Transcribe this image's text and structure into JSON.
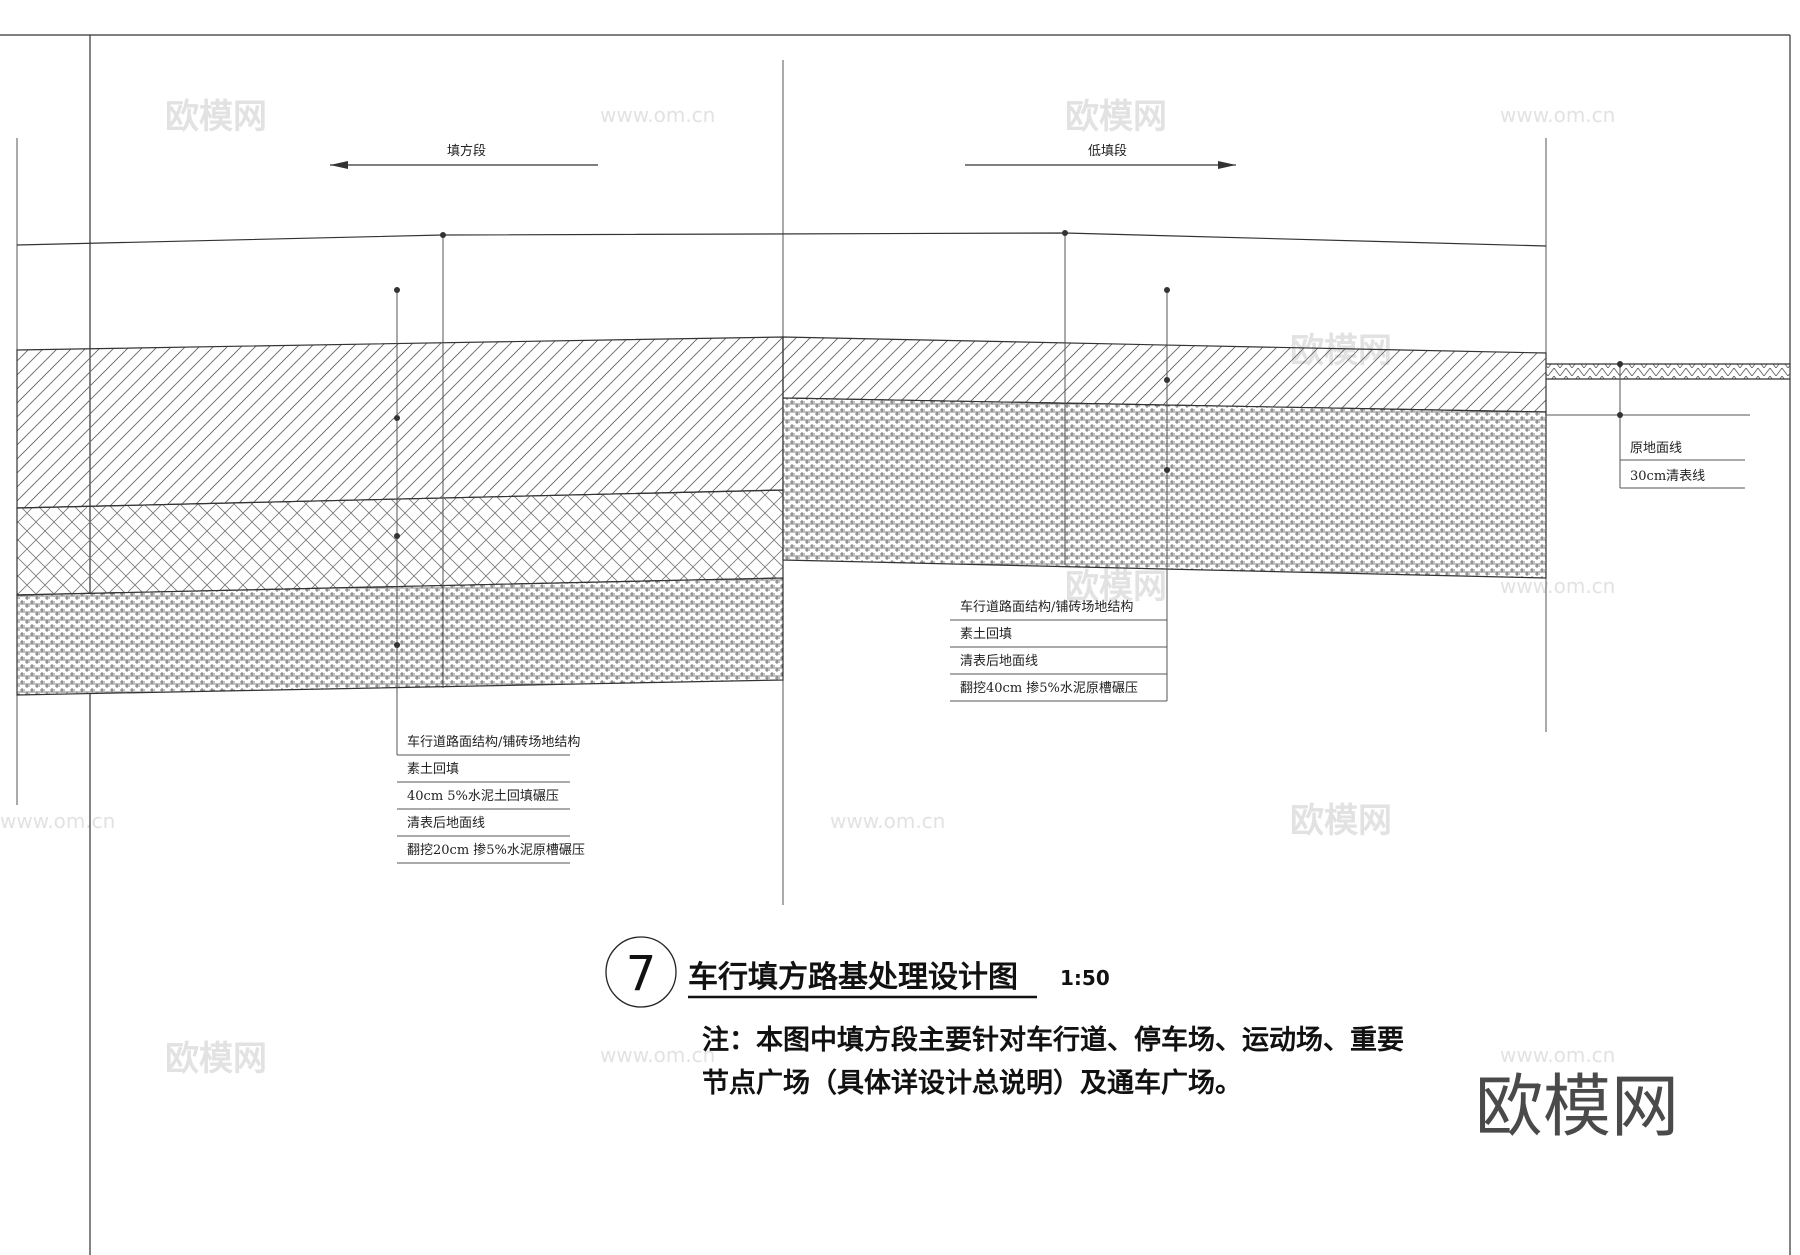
{
  "arrows": {
    "fill_section": "填方段",
    "low_fill_section": "低填段"
  },
  "left_labels": [
    "车行道路面结构/铺砖场地结构",
    "素土回填",
    "40cm  5%水泥土回填碾压",
    "清表后地面线",
    "翻挖20cm 掺5%水泥原槽碾压"
  ],
  "mid_labels": [
    "车行道路面结构/铺砖场地结构",
    "素土回填",
    "清表后地面线",
    "翻挖40cm 掺5%水泥原槽碾压"
  ],
  "right_labels": [
    "原地面线",
    "30cm清表线"
  ],
  "title": {
    "number": "7",
    "text": "车行填方路基处理设计图",
    "scale": "1:50"
  },
  "note": {
    "line1": "注：本图中填方段主要针对车行道、停车场、运动场、重要",
    "line2": "节点广场（具体详设计总说明）及通车广场。"
  },
  "watermarks": {
    "brand": "欧模网",
    "url": "www.om.cn"
  }
}
